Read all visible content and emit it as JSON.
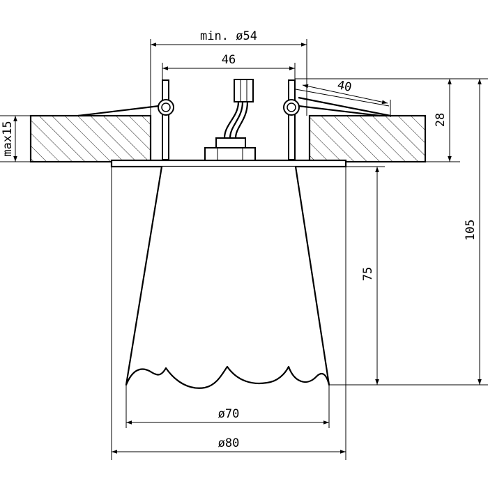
{
  "dimensions": {
    "min_cutout": "min. ø54",
    "clip_span": "46",
    "clip_length": "40",
    "ceiling_max": "max15",
    "top_height": "28",
    "total_height": "105",
    "shade_height": "75",
    "shade_diameter": "ø70",
    "flange_diameter": "ø80"
  }
}
